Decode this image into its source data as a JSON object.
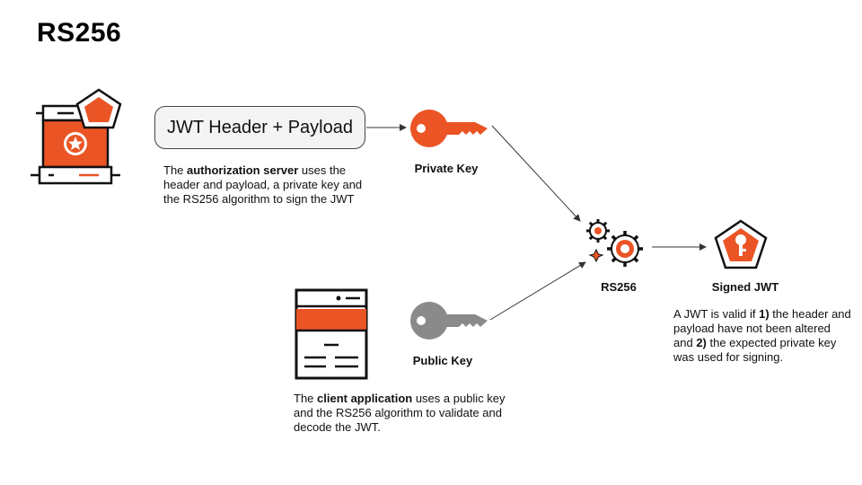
{
  "title": "RS256",
  "header_payload_box": "JWT Header + Payload",
  "auth_caption": {
    "pre": "The ",
    "bold": "authorization server",
    "post": " uses the header and payload, a private key and the RS256 algorithm to sign the JWT"
  },
  "client_caption": {
    "pre": "The ",
    "bold": "client application",
    "post": " uses a public key and the RS256 algorithm to validate and decode the JWT."
  },
  "labels": {
    "private_key": "Private Key",
    "public_key": "Public Key",
    "rs256": "RS256",
    "signed_jwt": "Signed JWT"
  },
  "validity_note": {
    "p1": "A JWT is valid if ",
    "b1": "1)",
    "p2": " the header and payload have not been altered and ",
    "b2": "2)",
    "p3": " the expected private key was used for signing."
  },
  "colors": {
    "accent": "#EB5424",
    "gray_key": "#8a8a8a",
    "outline": "#111111"
  },
  "icons": [
    "server-icon",
    "key-icon",
    "gears-icon",
    "document-icon",
    "pentagon-key-icon"
  ]
}
